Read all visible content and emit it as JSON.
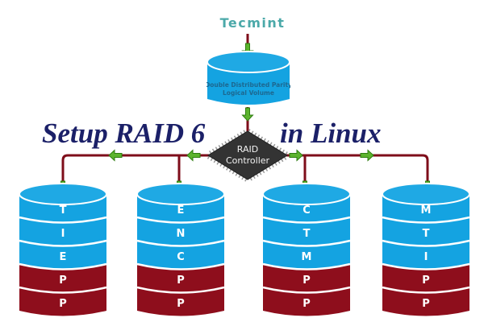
{
  "brand": {
    "label": "Tecmint"
  },
  "title": {
    "left": "Setup RAID 6",
    "right": "in Linux"
  },
  "logical_volume": {
    "line1": "Double Distributed Parity",
    "line2": "Logical Volume"
  },
  "controller": {
    "line1": "RAID",
    "line2": "Controller"
  },
  "disks": [
    {
      "letters": [
        "T",
        "I",
        "E",
        "P",
        "P"
      ]
    },
    {
      "letters": [
        "E",
        "N",
        "C",
        "P",
        "P"
      ]
    },
    {
      "letters": [
        "C",
        "T",
        "M",
        "P",
        "P"
      ]
    },
    {
      "letters": [
        "M",
        "T",
        "I",
        "P",
        "P"
      ]
    }
  ],
  "colors": {
    "data_segment_blue": "#14a3e1",
    "parity_segment_red": "#8e0e1c",
    "connector_maroon": "#7e0d1a",
    "arrow_green": "#5cb42d",
    "title_navy": "#1b2068",
    "brand_teal": "#4ba9a9",
    "chip_black": "#333333"
  }
}
